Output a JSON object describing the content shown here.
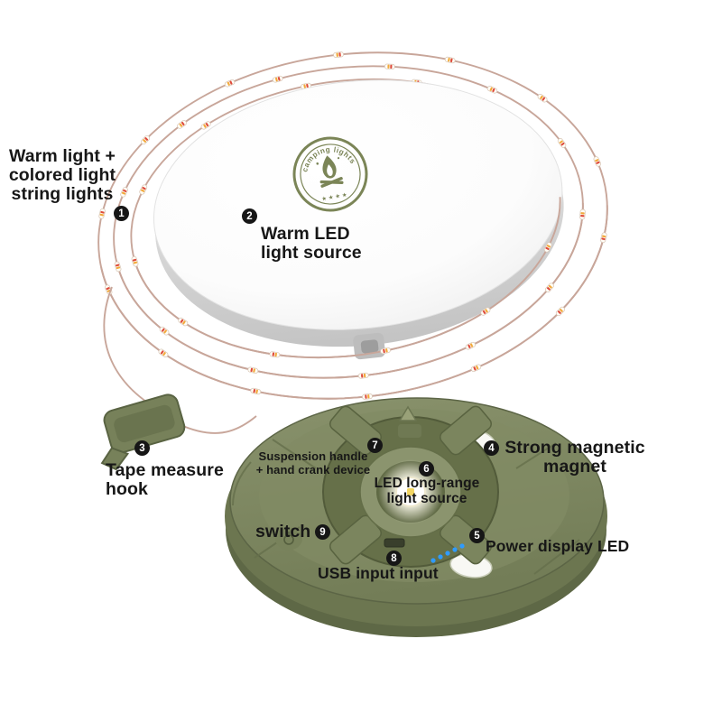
{
  "logo": {
    "brand": "camping lights",
    "stars": "★ ★ ★ ★"
  },
  "annotations": {
    "string_lights": {
      "num": "1",
      "label": "Warm light +\ncolored light\nstring lights"
    },
    "warm_led": {
      "num": "2",
      "label": "Warm LED\nlight source"
    },
    "tape_hook": {
      "num": "3",
      "label": "Tape measure\nhook"
    },
    "magnet": {
      "num": "4",
      "label": "Strong magnetic\nmagnet"
    },
    "power_led": {
      "num": "5",
      "label": "Power display LED"
    },
    "long_range_led": {
      "num": "6",
      "label": "LED long-range\nlight source"
    },
    "suspension_handle": {
      "num": "7",
      "label": "Suspension handle\n+ hand crank device"
    },
    "usb": {
      "num": "8",
      "label": "USB input input"
    },
    "switch": {
      "num": "9",
      "label": "switch"
    }
  },
  "colors": {
    "olive": "#7b8557",
    "base_olive": "#76805c",
    "wire": "#c8a69a",
    "label_text": "#171717",
    "power_led_blue": "#2f9bff",
    "marker_bg": "#161616"
  }
}
